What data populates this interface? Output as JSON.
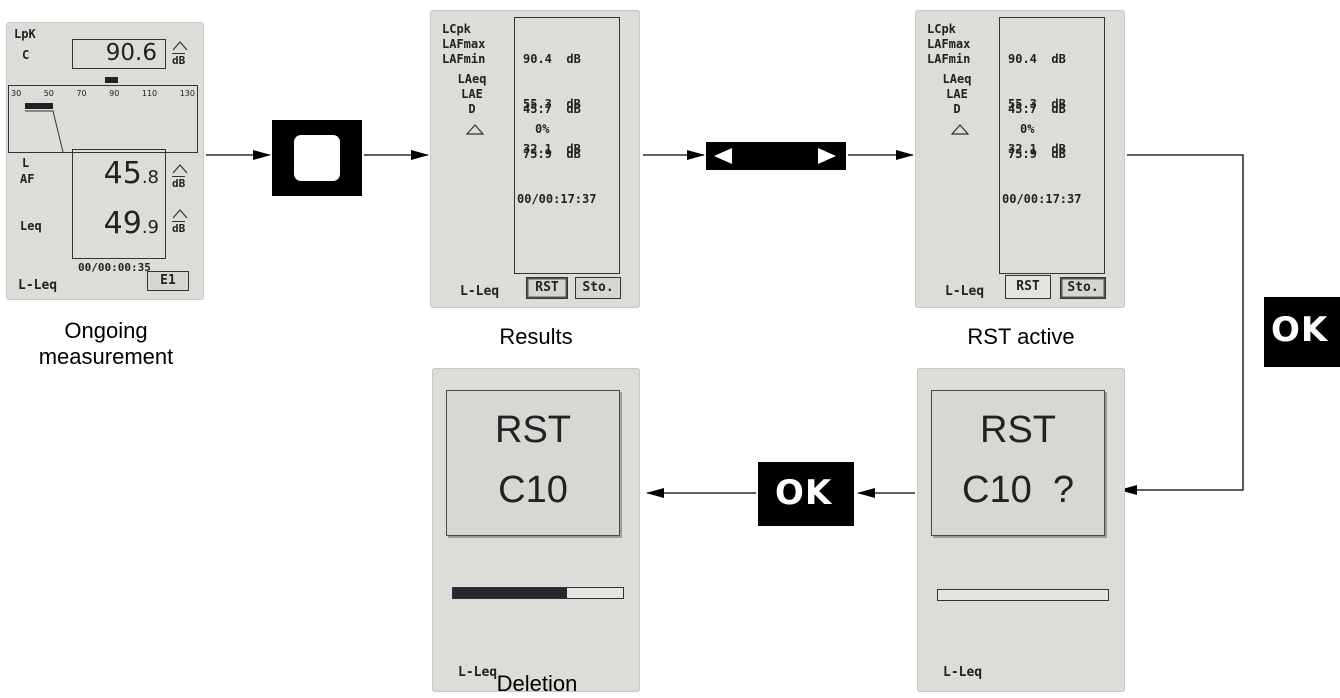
{
  "screen1": {
    "lpk_label": "LpK",
    "c_label": "C",
    "peak_value": "90.6",
    "db_unit": "dB",
    "scale_ticks": [
      "30",
      "50",
      "70",
      "90",
      "110",
      "130"
    ],
    "l_label": "L",
    "af_label": "AF",
    "af_value_main": "45",
    "af_value_dec": ".8",
    "leq_label": "Leq",
    "leq_value_main": "49",
    "leq_value_dec": ".9",
    "elapsed": "00/00:00:35",
    "mode": "L-Leq",
    "softkey": "E1",
    "caption_line1": "Ongoing",
    "caption_line2": "measurement"
  },
  "results": {
    "rows": [
      {
        "label": "LCpk",
        "value": "90.4  dB"
      },
      {
        "label": "LAFmax",
        "value": "55.3  dB"
      },
      {
        "label": "LAFmin",
        "value": "32.1  dB"
      },
      {
        "label": "LAeq",
        "value": "45.7  dB"
      },
      {
        "label": "LAE",
        "value": "75.9  dB"
      },
      {
        "label": "D",
        "value": "00/00:17:37"
      }
    ],
    "overload": "0%",
    "mode": "L-Leq",
    "rst_key": "RST",
    "store_key": "Sto."
  },
  "captions": {
    "results": "Results",
    "rst_active": "RST active",
    "deletion": "Deletion"
  },
  "confirm_dialog": {
    "line1": "RST",
    "line2": "C10  ?",
    "mode": "L-Leq"
  },
  "deletion_dialog": {
    "line1": "RST",
    "line2": "C10",
    "mode": "L-Leq",
    "progress": 0.67
  },
  "keys": {
    "ok": "OK"
  }
}
